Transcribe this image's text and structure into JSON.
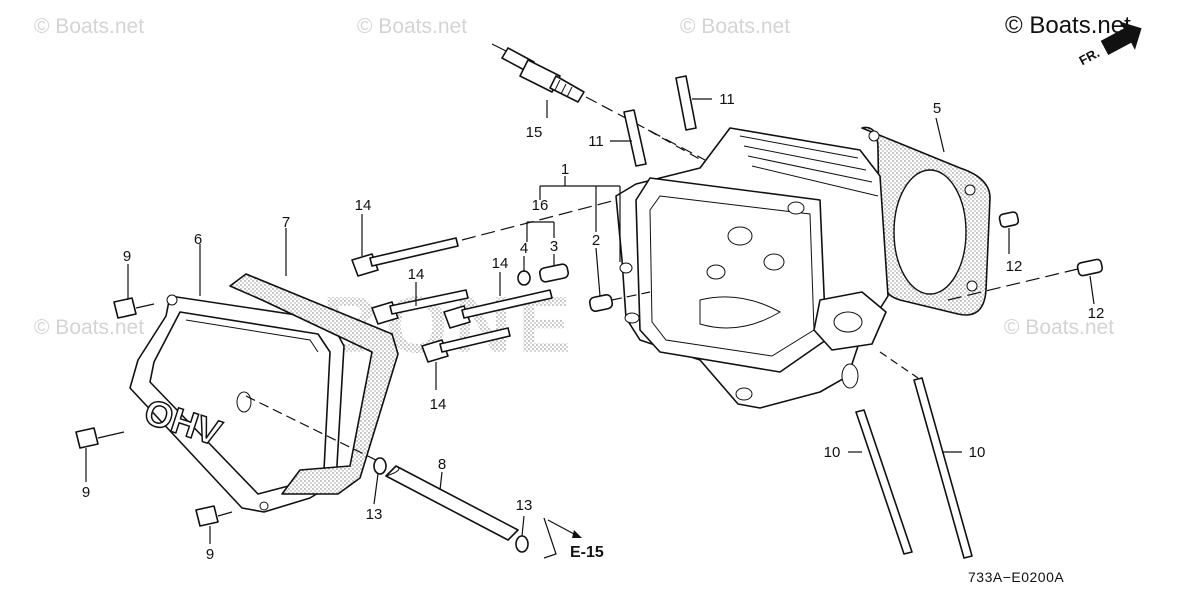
{
  "watermark_text": "© Boats.net",
  "copyright": "© Boats.net",
  "direction_label": "FR.",
  "diagram_code": "733A−E0200A",
  "reference": "E-15",
  "colors": {
    "ink": "#111111",
    "watermark": "#d4d4d4",
    "background": "#ffffff"
  },
  "callouts": {
    "c1": "1",
    "c2": "2",
    "c3": "3",
    "c4": "4",
    "c5": "5",
    "c6": "6",
    "c7": "7",
    "c8": "8",
    "c9a": "9",
    "c9b": "9",
    "c9c": "9",
    "c10a": "10",
    "c10b": "10",
    "c11a": "11",
    "c11b": "11",
    "c12a": "12",
    "c12b": "12",
    "c13a": "13",
    "c13b": "13",
    "c14a": "14",
    "c14b": "14",
    "c14c": "14",
    "c14d": "14",
    "c15": "15",
    "c16": "16"
  }
}
